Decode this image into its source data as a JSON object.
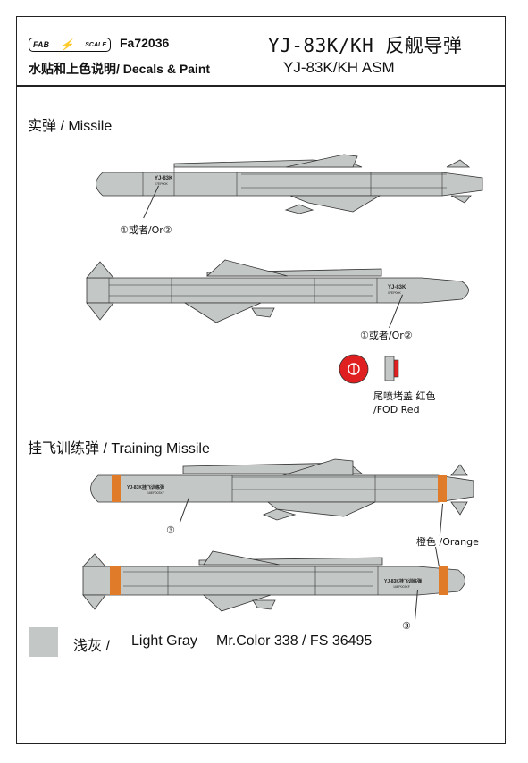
{
  "header": {
    "logo_left": "FAB",
    "logo_right": "SCALE",
    "product_code": "Fa72036",
    "subtitle": "水贴和上色说明/ Decals & Paint",
    "title_cn": "YJ-83K/KH 反舰导弹",
    "title_en": "YJ-83K/KH ASM"
  },
  "sections": {
    "missile": "实弹 / Missile",
    "training": "挂飞训练弹 / Training Missile"
  },
  "missile_markings": {
    "designation": "YJ-83K",
    "serial": "07EP00K",
    "training_designation": "YJ-83K挂飞训练弹",
    "training_serial": "16EP003XF"
  },
  "callouts": {
    "decal_option": "①或者/Or②",
    "fod_cn": "尾喷堵盖 红色",
    "fod_en": "/FOD Red",
    "decal_3": "③",
    "orange": "橙色 /Orange"
  },
  "legend": {
    "name_cn": "浅灰 /",
    "name_en": "Light Gray",
    "paint": "Mr.Color 338 / FS 36495"
  },
  "colors": {
    "light_gray": "#c3c7c5",
    "orange": "#e07b2a",
    "fod_red": "#e02020",
    "outline": "#333333"
  }
}
